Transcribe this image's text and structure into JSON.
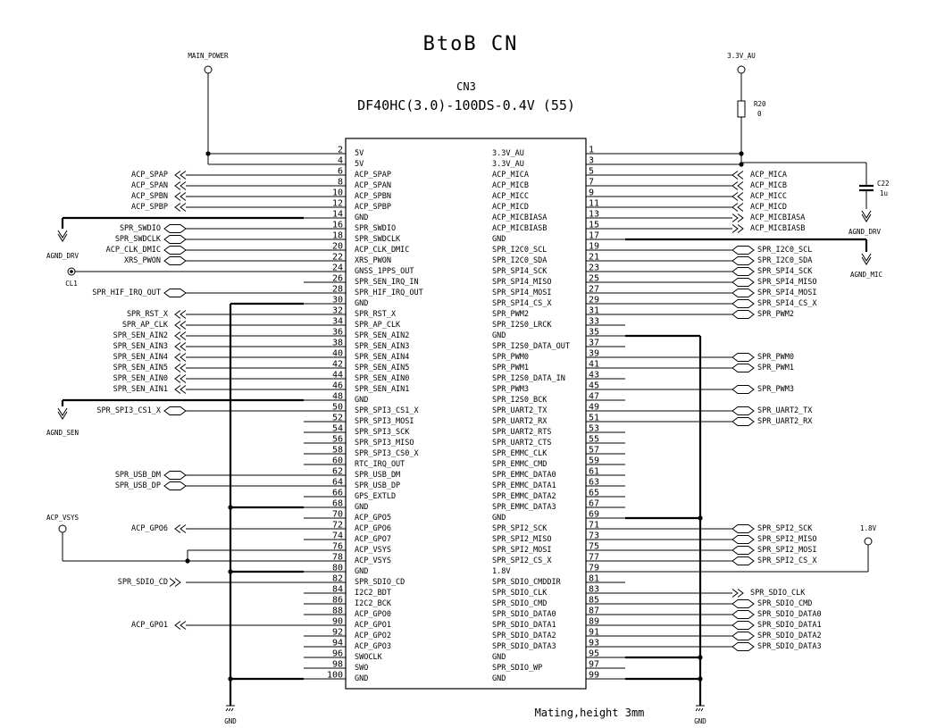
{
  "title": "BtoB CN",
  "refdes": "CN3",
  "part_number": "DF40HC(3.0)-100DS-0.4V (55)",
  "note": "Mating,height 3mm",
  "power": {
    "main_power": "MAIN_POWER",
    "v33_au": "3.3V_AU",
    "acp_vsys": "ACP_VSYS",
    "v18": "1.8V"
  },
  "grounds": {
    "gnd_left": "GND",
    "gnd_right": "GND",
    "agnd_drv_left": "AGND_DRV",
    "agnd_sen": "AGND_SEN",
    "agnd_drv_right": "AGND_DRV",
    "agnd_mic": "AGND_MIC"
  },
  "components": {
    "r20_ref": "R20",
    "r20_val": "0",
    "c22_ref": "C22",
    "c22_val": "1u",
    "cl1": "CL1"
  },
  "left_pins": [
    {
      "num": "2",
      "name": "5V"
    },
    {
      "num": "4",
      "name": "5V"
    },
    {
      "num": "6",
      "name": "ACP_SPAP"
    },
    {
      "num": "8",
      "name": "ACP_SPAN"
    },
    {
      "num": "10",
      "name": "ACP_SPBN"
    },
    {
      "num": "12",
      "name": "ACP_SPBP"
    },
    {
      "num": "14",
      "name": "GND"
    },
    {
      "num": "16",
      "name": "SPR_SWDIO"
    },
    {
      "num": "18",
      "name": "SPR_SWDCLK"
    },
    {
      "num": "20",
      "name": "ACP_CLK_DMIC"
    },
    {
      "num": "22",
      "name": "XRS_PWON"
    },
    {
      "num": "24",
      "name": "GNSS_1PPS_OUT"
    },
    {
      "num": "26",
      "name": "SPR_SEN_IRQ_IN"
    },
    {
      "num": "28",
      "name": "SPR_HIF_IRQ_OUT"
    },
    {
      "num": "30",
      "name": "GND"
    },
    {
      "num": "32",
      "name": "SPR_RST_X"
    },
    {
      "num": "34",
      "name": "SPR_AP_CLK"
    },
    {
      "num": "36",
      "name": "SPR_SEN_AIN2"
    },
    {
      "num": "38",
      "name": "SPR_SEN_AIN3"
    },
    {
      "num": "40",
      "name": "SPR_SEN_AIN4"
    },
    {
      "num": "42",
      "name": "SPR_SEN_AIN5"
    },
    {
      "num": "44",
      "name": "SPR_SEN_AIN0"
    },
    {
      "num": "46",
      "name": "SPR_SEN_AIN1"
    },
    {
      "num": "48",
      "name": "GND"
    },
    {
      "num": "50",
      "name": "SPR_SPI3_CS1_X"
    },
    {
      "num": "52",
      "name": "SPR_SPI3_MOSI"
    },
    {
      "num": "54",
      "name": "SPR_SPI3_SCK"
    },
    {
      "num": "56",
      "name": "SPR_SPI3_MISO"
    },
    {
      "num": "58",
      "name": "SPR_SPI3_CS0_X"
    },
    {
      "num": "60",
      "name": "RTC_IRQ_OUT"
    },
    {
      "num": "62",
      "name": "SPR_USB_DM"
    },
    {
      "num": "64",
      "name": "SPR_USB_DP"
    },
    {
      "num": "66",
      "name": "GPS_EXTLD"
    },
    {
      "num": "68",
      "name": "GND"
    },
    {
      "num": "70",
      "name": "ACP_GPO5"
    },
    {
      "num": "72",
      "name": "ACP_GPO6"
    },
    {
      "num": "74",
      "name": "ACP_GPO7"
    },
    {
      "num": "76",
      "name": "ACP_VSYS"
    },
    {
      "num": "78",
      "name": "ACP_VSYS"
    },
    {
      "num": "80",
      "name": "GND"
    },
    {
      "num": "82",
      "name": "SPR_SDIO_CD"
    },
    {
      "num": "84",
      "name": "I2C2_BDT"
    },
    {
      "num": "86",
      "name": "I2C2_BCK"
    },
    {
      "num": "88",
      "name": "ACP_GPO0"
    },
    {
      "num": "90",
      "name": "ACP_GPO1"
    },
    {
      "num": "92",
      "name": "ACP_GPO2"
    },
    {
      "num": "94",
      "name": "ACP_GPO3"
    },
    {
      "num": "96",
      "name": "SWOCLK"
    },
    {
      "num": "98",
      "name": "SWO"
    },
    {
      "num": "100",
      "name": "GND"
    }
  ],
  "right_pins": [
    {
      "num": "1",
      "name": "3.3V_AU"
    },
    {
      "num": "3",
      "name": "3.3V_AU"
    },
    {
      "num": "5",
      "name": "ACP_MICA"
    },
    {
      "num": "7",
      "name": "ACP_MICB"
    },
    {
      "num": "9",
      "name": "ACP_MICC"
    },
    {
      "num": "11",
      "name": "ACP_MICD"
    },
    {
      "num": "13",
      "name": "ACP_MICBIASA"
    },
    {
      "num": "15",
      "name": "ACP_MICBIASB"
    },
    {
      "num": "17",
      "name": "GND"
    },
    {
      "num": "19",
      "name": "SPR_I2C0_SCL"
    },
    {
      "num": "21",
      "name": "SPR_I2C0_SDA"
    },
    {
      "num": "23",
      "name": "SPR_SPI4_SCK"
    },
    {
      "num": "25",
      "name": "SPR_SPI4_MISO"
    },
    {
      "num": "27",
      "name": "SPR_SPI4_MOSI"
    },
    {
      "num": "29",
      "name": "SPR_SPI4_CS_X"
    },
    {
      "num": "31",
      "name": "SPR_PWM2"
    },
    {
      "num": "33",
      "name": "SPR_I2S0_LRCK"
    },
    {
      "num": "35",
      "name": "GND"
    },
    {
      "num": "37",
      "name": "SPR_I2S0_DATA_OUT"
    },
    {
      "num": "39",
      "name": "SPR_PWM0"
    },
    {
      "num": "41",
      "name": "SPR_PWM1"
    },
    {
      "num": "43",
      "name": "SPR_I2S0_DATA_IN"
    },
    {
      "num": "45",
      "name": "SPR_PWM3"
    },
    {
      "num": "47",
      "name": "SPR_I2S0_BCK"
    },
    {
      "num": "49",
      "name": "SPR_UART2_TX"
    },
    {
      "num": "51",
      "name": "SPR_UART2_RX"
    },
    {
      "num": "53",
      "name": "SPR_UART2_RTS"
    },
    {
      "num": "55",
      "name": "SPR_UART2_CTS"
    },
    {
      "num": "57",
      "name": "SPR_EMMC_CLK"
    },
    {
      "num": "59",
      "name": "SPR_EMMC_CMD"
    },
    {
      "num": "61",
      "name": "SPR_EMMC_DATA0"
    },
    {
      "num": "63",
      "name": "SPR_EMMC_DATA1"
    },
    {
      "num": "65",
      "name": "SPR_EMMC_DATA2"
    },
    {
      "num": "67",
      "name": "SPR_EMMC_DATA3"
    },
    {
      "num": "69",
      "name": "GND"
    },
    {
      "num": "71",
      "name": "SPR_SPI2_SCK"
    },
    {
      "num": "73",
      "name": "SPR_SPI2_MISO"
    },
    {
      "num": "75",
      "name": "SPR_SPI2_MOSI"
    },
    {
      "num": "77",
      "name": "SPR_SPI2_CS_X"
    },
    {
      "num": "79",
      "name": "1.8V"
    },
    {
      "num": "81",
      "name": "SPR_SDIO_CMDDIR"
    },
    {
      "num": "83",
      "name": "SPR_SDIO_CLK"
    },
    {
      "num": "85",
      "name": "SPR_SDIO_CMD"
    },
    {
      "num": "87",
      "name": "SPR_SDIO_DATA0"
    },
    {
      "num": "89",
      "name": "SPR_SDIO_DATA1"
    },
    {
      "num": "91",
      "name": "SPR_SDIO_DATA2"
    },
    {
      "num": "93",
      "name": "SPR_SDIO_DATA3"
    },
    {
      "num": "95",
      "name": "GND"
    },
    {
      "num": "97",
      "name": "SPR_SDIO_WP"
    },
    {
      "num": "99",
      "name": "GND"
    }
  ],
  "left_nets": [
    {
      "row": 2,
      "label": "ACP_SPAP",
      "type": "out"
    },
    {
      "row": 3,
      "label": "ACP_SPAN",
      "type": "out"
    },
    {
      "row": 4,
      "label": "ACP_SPBN",
      "type": "out"
    },
    {
      "row": 5,
      "label": "ACP_SPBP",
      "type": "out"
    },
    {
      "row": 7,
      "label": "SPR_SWDIO",
      "type": "bi"
    },
    {
      "row": 8,
      "label": "SPR_SWDCLK",
      "type": "bi"
    },
    {
      "row": 9,
      "label": "ACP_CLK_DMIC",
      "type": "bi"
    },
    {
      "row": 10,
      "label": "XRS_PWON",
      "type": "bi"
    },
    {
      "row": 13,
      "label": "SPR_HIF_IRQ_OUT",
      "type": "bi"
    },
    {
      "row": 15,
      "label": "SPR_RST_X",
      "type": "out"
    },
    {
      "row": 16,
      "label": "SPR_AP_CLK",
      "type": "out"
    },
    {
      "row": 17,
      "label": "SPR_SEN_AIN2",
      "type": "out"
    },
    {
      "row": 18,
      "label": "SPR_SEN_AIN3",
      "type": "out"
    },
    {
      "row": 19,
      "label": "SPR_SEN_AIN4",
      "type": "out"
    },
    {
      "row": 20,
      "label": "SPR_SEN_AIN5",
      "type": "out"
    },
    {
      "row": 21,
      "label": "SPR_SEN_AIN0",
      "type": "out"
    },
    {
      "row": 22,
      "label": "SPR_SEN_AIN1",
      "type": "out"
    },
    {
      "row": 24,
      "label": "SPR_SPI3_CS1_X",
      "type": "bi"
    },
    {
      "row": 30,
      "label": "SPR_USB_DM",
      "type": "bi"
    },
    {
      "row": 31,
      "label": "SPR_USB_DP",
      "type": "bi"
    },
    {
      "row": 35,
      "label": "ACP_GPO6",
      "type": "out"
    },
    {
      "row": 40,
      "label": "SPR_SDIO_CD",
      "type": "in"
    },
    {
      "row": 44,
      "label": "ACP_GPO1",
      "type": "out"
    }
  ],
  "right_nets": [
    {
      "row": 2,
      "label": "ACP_MICA",
      "type": "out"
    },
    {
      "row": 3,
      "label": "ACP_MICB",
      "type": "out"
    },
    {
      "row": 4,
      "label": "ACP_MICC",
      "type": "out"
    },
    {
      "row": 5,
      "label": "ACP_MICD",
      "type": "out"
    },
    {
      "row": 6,
      "label": "ACP_MICBIASA",
      "type": "in"
    },
    {
      "row": 7,
      "label": "ACP_MICBIASB",
      "type": "in"
    },
    {
      "row": 9,
      "label": "SPR_I2C0_SCL",
      "type": "bi"
    },
    {
      "row": 10,
      "label": "SPR_I2C0_SDA",
      "type": "bi"
    },
    {
      "row": 11,
      "label": "SPR_SPI4_SCK",
      "type": "bi"
    },
    {
      "row": 12,
      "label": "SPR_SPI4_MISO",
      "type": "bi"
    },
    {
      "row": 13,
      "label": "SPR_SPI4_MOSI",
      "type": "bi"
    },
    {
      "row": 14,
      "label": "SPR_SPI4_CS_X",
      "type": "bi"
    },
    {
      "row": 15,
      "label": "SPR_PWM2",
      "type": "bi"
    },
    {
      "row": 19,
      "label": "SPR_PWM0",
      "type": "bi"
    },
    {
      "row": 20,
      "label": "SPR_PWM1",
      "type": "bi"
    },
    {
      "row": 22,
      "label": "SPR_PWM3",
      "type": "bi"
    },
    {
      "row": 24,
      "label": "SPR_UART2_TX",
      "type": "bi"
    },
    {
      "row": 25,
      "label": "SPR_UART2_RX",
      "type": "bi"
    },
    {
      "row": 35,
      "label": "SPR_SPI2_SCK",
      "type": "bi"
    },
    {
      "row": 36,
      "label": "SPR_SPI2_MISO",
      "type": "bi"
    },
    {
      "row": 37,
      "label": "SPR_SPI2_MOSI",
      "type": "bi"
    },
    {
      "row": 38,
      "label": "SPR_SPI2_CS_X",
      "type": "bi"
    },
    {
      "row": 41,
      "label": "SPR_SDIO_CLK",
      "type": "in"
    },
    {
      "row": 42,
      "label": "SPR_SDIO_CMD",
      "type": "bi"
    },
    {
      "row": 43,
      "label": "SPR_SDIO_DATA0",
      "type": "bi"
    },
    {
      "row": 44,
      "label": "SPR_SDIO_DATA1",
      "type": "bi"
    },
    {
      "row": 45,
      "label": "SPR_SDIO_DATA2",
      "type": "bi"
    },
    {
      "row": 46,
      "label": "SPR_SDIO_DATA3",
      "type": "bi"
    }
  ]
}
